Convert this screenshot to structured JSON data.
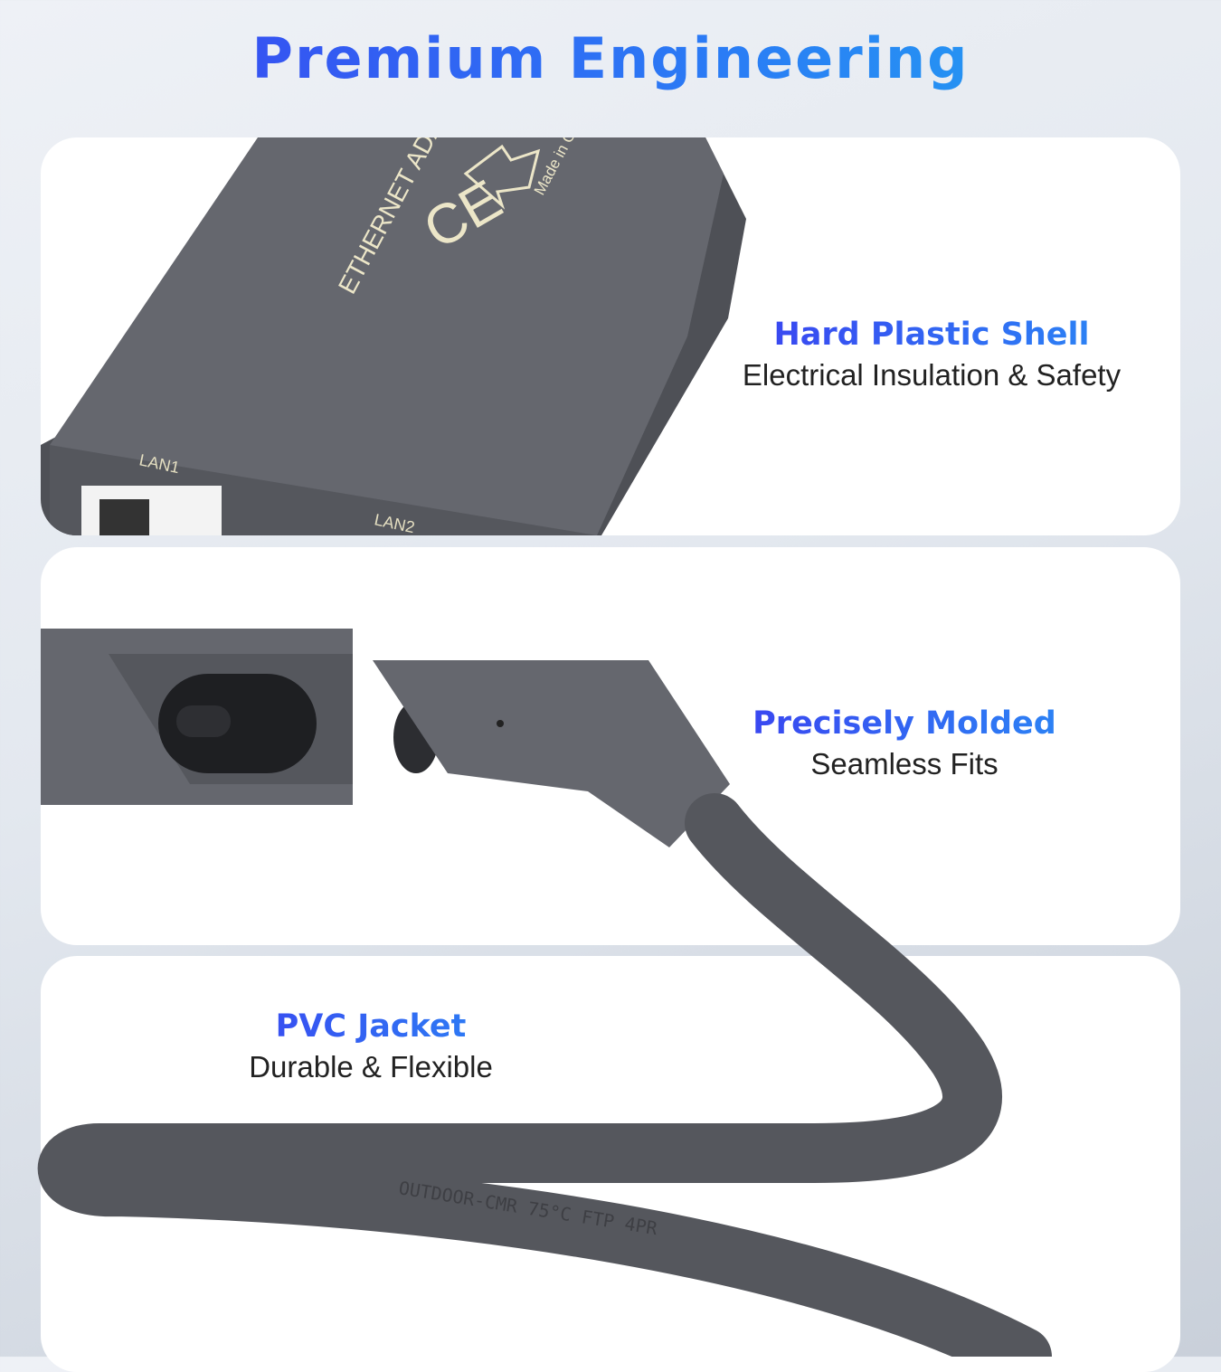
{
  "title": "Premium Engineering",
  "features": [
    {
      "heading": "Hard Plastic Shell",
      "subtext": "Electrical Insulation & Safety"
    },
    {
      "heading": "Precisely Molded",
      "subtext": "Seamless Fits"
    },
    {
      "heading": "PVC Jacket",
      "subtext": "Durable & Flexible"
    }
  ],
  "product_print": {
    "label": "ETHERNET ADA",
    "origin": "Made in C",
    "port1": "LAN1",
    "port2": "LAN2",
    "cable_print": "OUTDOOR-CMR 75°C FTP 4PR"
  },
  "colors": {
    "device": "#5f6168",
    "heading_start": "#3b3ff0",
    "heading_end": "#21a8f0"
  }
}
